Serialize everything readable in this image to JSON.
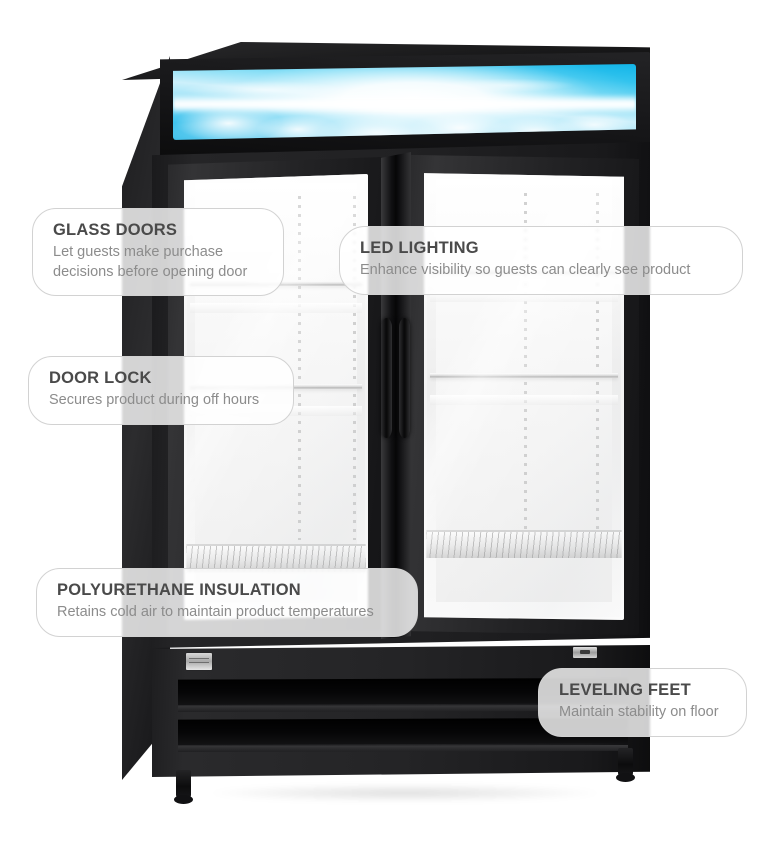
{
  "page": {
    "title": "Two-Door Glass Merchandiser Refrigerator — Feature Callouts",
    "background_color": "#ffffff"
  },
  "product": {
    "name": "two-door glass merchandiser refrigerator",
    "cabinet_color": "#1a1a1c",
    "interior_color": "#fafafa",
    "header_panel": {
      "graphic": "illuminated sky and clouds",
      "accent_color": "#17b3e6",
      "highlight_color": "#ffffff"
    },
    "doors": [
      {
        "side": "left",
        "type": "glass swing door"
      },
      {
        "side": "right",
        "type": "glass swing door"
      }
    ],
    "handles": 2,
    "louvers": 2,
    "feet": 2
  },
  "callouts": [
    {
      "id": "glass-doors",
      "title": "GLASS DOORS",
      "description": "Let guests make purchase decisions before opening door"
    },
    {
      "id": "led-lighting",
      "title": "LED LIGHTING",
      "description": "Enhance visibility so guests can clearly see product"
    },
    {
      "id": "door-lock",
      "title": "DOOR LOCK",
      "description": "Secures product during off hours"
    },
    {
      "id": "polyurethane-insulation",
      "title": "POLYURETHANE INSULATION",
      "description": "Retains cold air to maintain product temperatures"
    },
    {
      "id": "leveling-feet",
      "title": "LEVELING FEET",
      "description": "Maintain stability on floor"
    }
  ],
  "style": {
    "callout_background": "rgba(255,255,255,0.80)",
    "callout_border": "#d2d2d2",
    "title_color": "#4a4a4a",
    "description_color": "#8c8c8c"
  }
}
